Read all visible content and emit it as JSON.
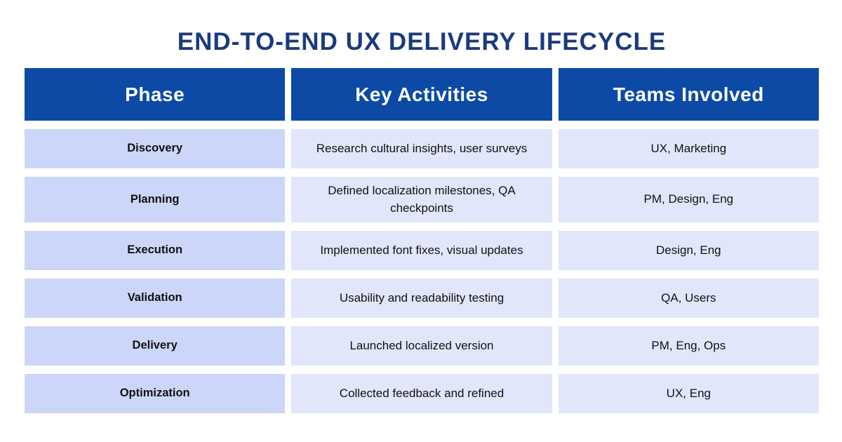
{
  "page": {
    "title": "END-TO-END UX DELIVERY LIFECYCLE",
    "colors": {
      "page_bg": "#ffffff",
      "title_text": "#1b3a7e",
      "header_bg": "#0d4aa6",
      "header_text": "#ffffff",
      "phase_cell_bg": "#ccd6f8",
      "detail_cell_bg": "#e2e6fa",
      "body_text": "#111111"
    }
  },
  "table": {
    "columns": [
      "Phase",
      "Key Activities",
      "Teams Involved"
    ],
    "rows": [
      {
        "phase": "Discovery",
        "activities": "Research cultural insights, user surveys",
        "teams": "UX, Marketing"
      },
      {
        "phase": "Planning",
        "activities": "Defined localization milestones, QA checkpoints",
        "teams": "PM, Design, Eng"
      },
      {
        "phase": "Execution",
        "activities": "Implemented font fixes, visual updates",
        "teams": "Design, Eng"
      },
      {
        "phase": "Validation",
        "activities": "Usability and readability testing",
        "teams": "QA, Users"
      },
      {
        "phase": "Delivery",
        "activities": "Launched localized version",
        "teams": "PM, Eng, Ops"
      },
      {
        "phase": "Optimization",
        "activities": "Collected feedback and refined",
        "teams": "UX, Eng"
      }
    ]
  },
  "chart_data": {
    "type": "table",
    "title": "END-TO-END UX DELIVERY LIFECYCLE",
    "columns": [
      "Phase",
      "Key Activities",
      "Teams Involved"
    ],
    "rows": [
      [
        "Discovery",
        "Research cultural insights, user surveys",
        "UX, Marketing"
      ],
      [
        "Planning",
        "Defined localization milestones, QA checkpoints",
        "PM, Design, Eng"
      ],
      [
        "Execution",
        "Implemented font fixes, visual updates",
        "Design, Eng"
      ],
      [
        "Validation",
        "Usability and readability testing",
        "QA, Users"
      ],
      [
        "Delivery",
        "Launched localized version",
        "PM, Eng, Ops"
      ],
      [
        "Optimization",
        "Collected feedback and refined",
        "UX, Eng"
      ]
    ]
  }
}
